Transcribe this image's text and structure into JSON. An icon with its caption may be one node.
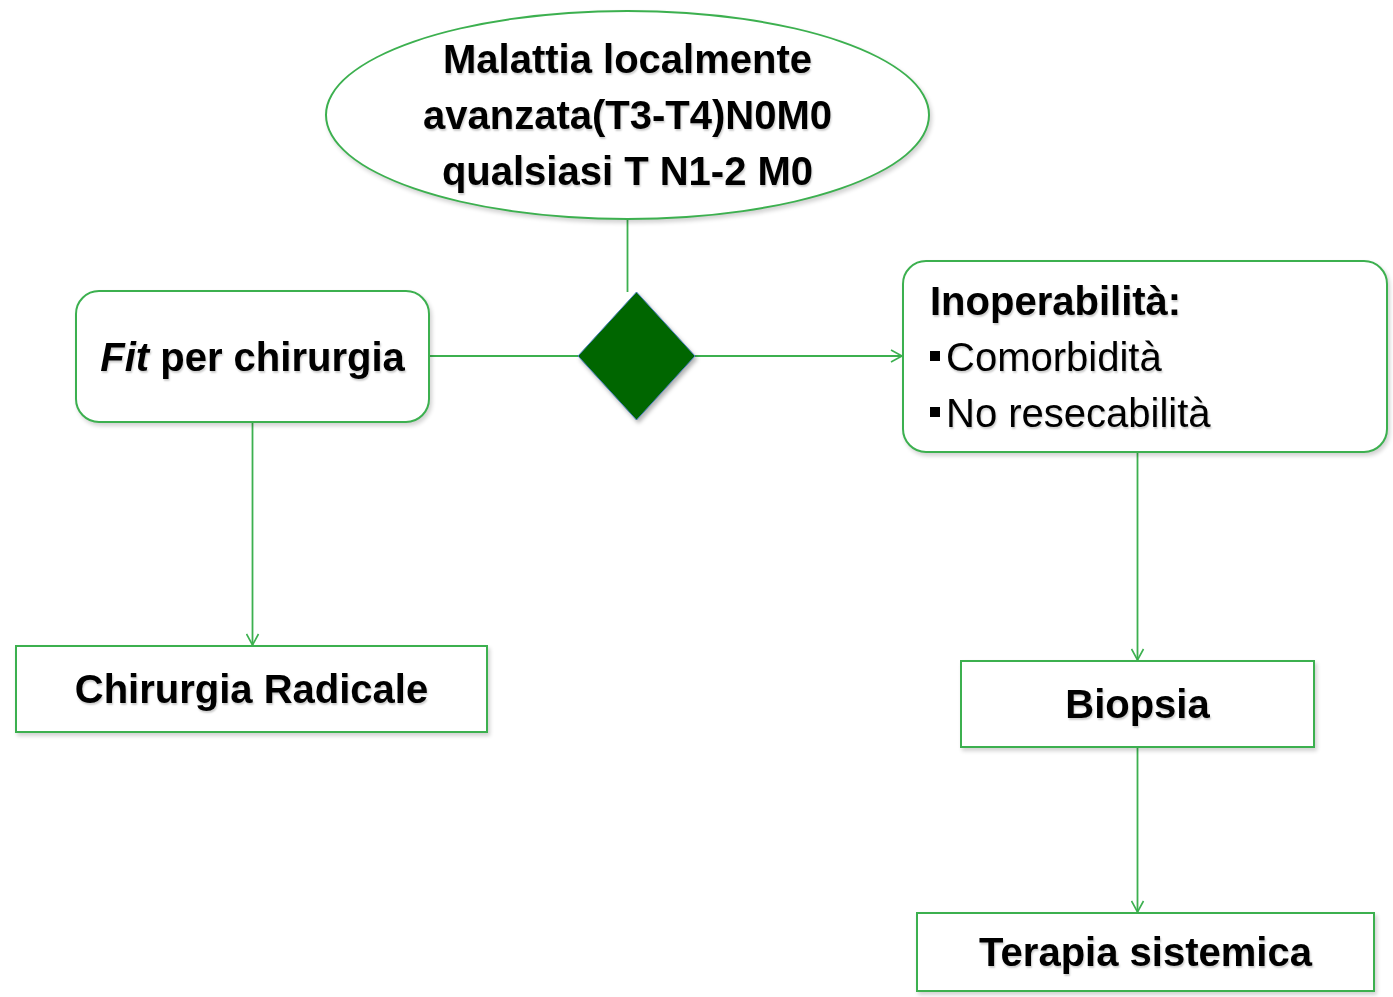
{
  "diagram": {
    "nodes": [
      {
        "text": [
          "Malattia localmente avanzata(T3-T4)N0M0 qualsiasi T N1-2 M0"
        ]
      },
      {
        "text": [],
        "shape": "diamond"
      },
      {
        "text": [
          "*Fit* per chirurgia"
        ]
      },
      {
        "text": [
          "Inoperabilità:",
          "Comorbidità",
          "No resecabilità"
        ]
      },
      {
        "text": [
          "Chirurgia Radicale"
        ]
      },
      {
        "text": [
          "Biopsia"
        ]
      },
      {
        "text": [
          "Terapia sistemica"
        ]
      }
    ],
    "edges": [
      {
        "from": 0,
        "to": 1,
        "arrow": "none"
      },
      {
        "from": 1,
        "to": 2,
        "arrow": "none"
      },
      {
        "from": 1,
        "to": 3,
        "arrow": "to"
      },
      {
        "from": 2,
        "to": 4,
        "arrow": "to"
      },
      {
        "from": 3,
        "to": 5,
        "arrow": "to"
      },
      {
        "from": 5,
        "to": 6,
        "arrow": "to"
      }
    ]
  }
}
